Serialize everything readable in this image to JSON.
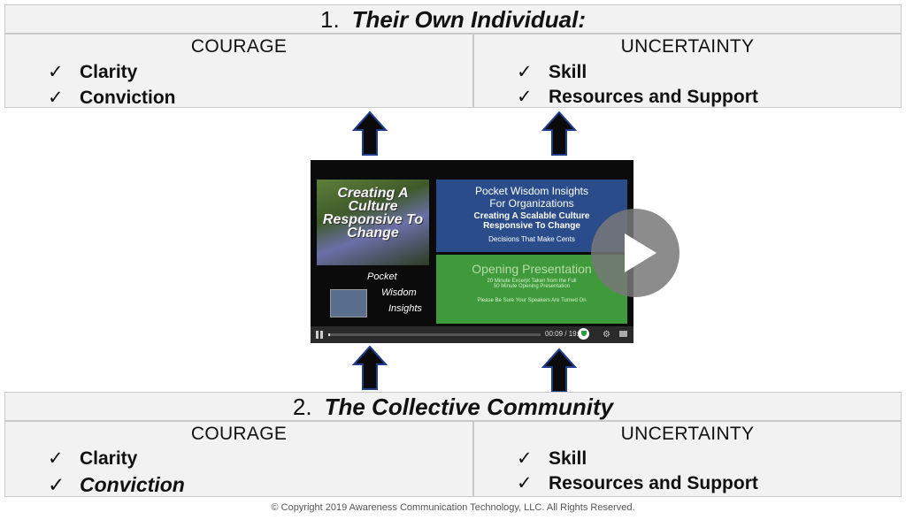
{
  "top": {
    "number": "1.",
    "title": "Their Own Individual:",
    "courage": {
      "heading": "COURAGE",
      "items": [
        "Clarity",
        "Conviction"
      ]
    },
    "uncertainty": {
      "heading": "UNCERTAINTY",
      "items": [
        "Skill",
        "Resources and Support"
      ]
    }
  },
  "bottom": {
    "number": "2.",
    "title": "The Collective Community",
    "courage": {
      "heading": "COURAGE",
      "items": [
        "Clarity",
        "Conviction"
      ]
    },
    "uncertainty": {
      "heading": "UNCERTAINTY",
      "items": [
        "Skill",
        "Resources and Support"
      ]
    }
  },
  "check_glyph": "✓",
  "video": {
    "thumb_title": "Creating A Culture Responsive To Change",
    "pw_lines": [
      "Pocket",
      "Wisdom",
      "Insights"
    ],
    "blue_line1": "Pocket Wisdom Insights",
    "blue_line2": "For Organizations",
    "blue_line3": "Creating A Scalable Culture",
    "blue_line4": "Responsive To Change",
    "blue_line5": "Decisions That Make Cents",
    "green_title": "Opening Presentation",
    "green_sub1": "20 Minute Excerpt Taken from the Full",
    "green_sub2": "50 Minute Opening Presentation",
    "green_foot": "Please Be Sure Your Speakers Are Turned On",
    "time": "00:09 / 19:5",
    "progress": 0.01
  },
  "copyright": "© Copyright 2019 Awareness Communication Technology, LLC. All Rights Reserved."
}
